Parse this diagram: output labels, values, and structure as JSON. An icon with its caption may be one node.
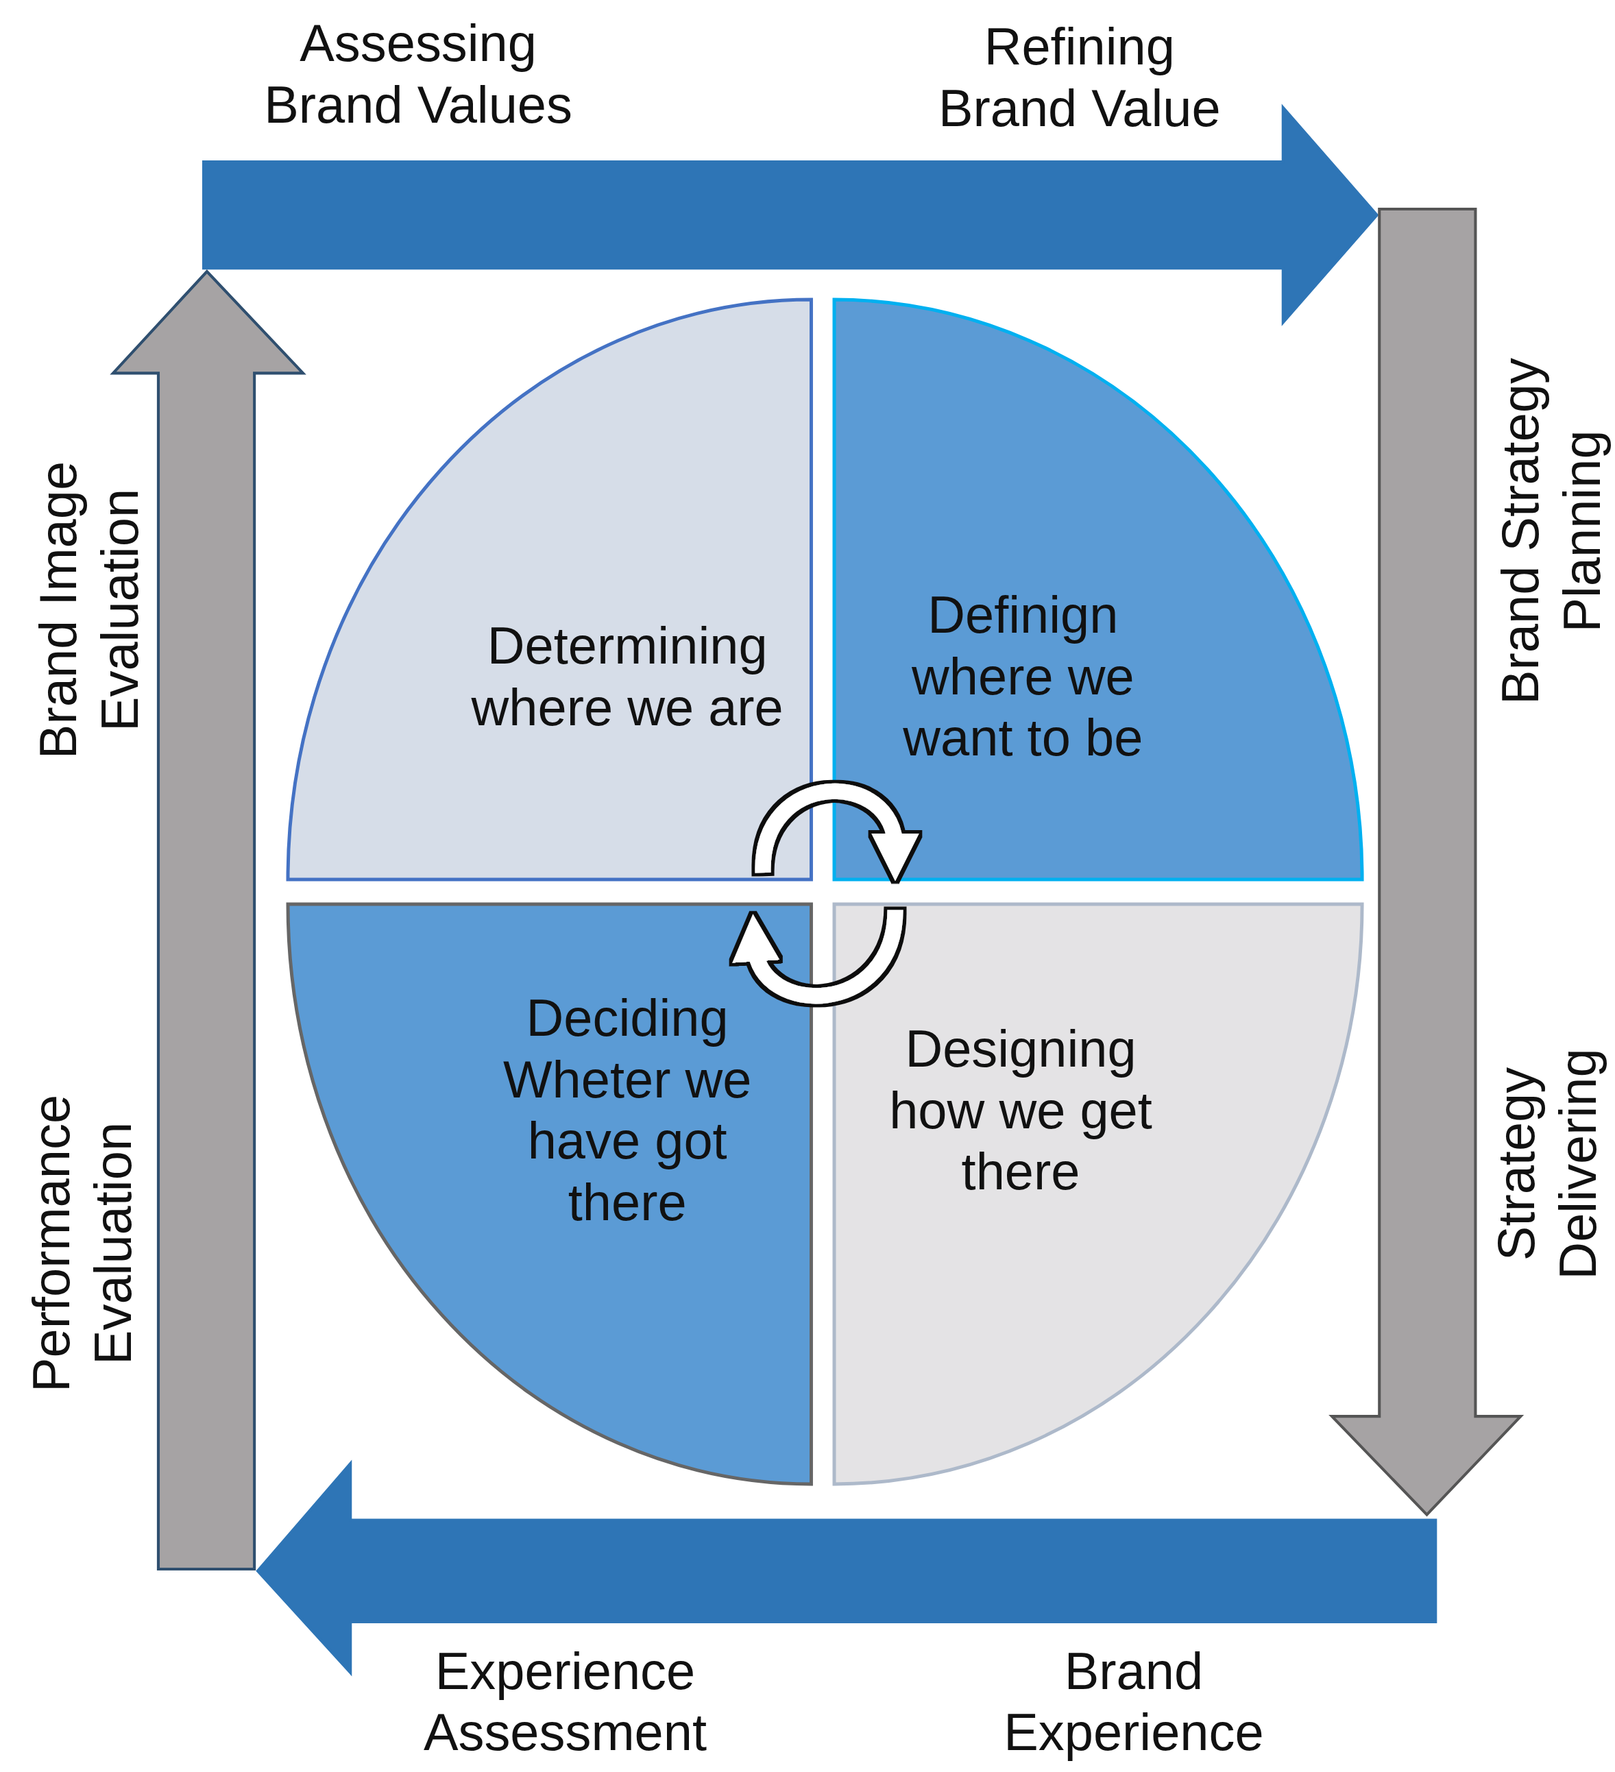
{
  "diagram": {
    "nodes": [
      {
        "text": [
          "Determining where we are"
        ]
      },
      {
        "text": [
          "Definign where we want to be"
        ]
      },
      {
        "text": [
          "Deciding Wheter we have got there"
        ]
      },
      {
        "text": [
          "Designing how we get there"
        ]
      },
      {
        "text": [
          "Assessing Brand Values",
          "Refining Brand Value"
        ]
      },
      {
        "text": [
          "Brand Strategy Planning",
          "Strategy Delivering"
        ]
      },
      {
        "text": [
          "Experience Assessment",
          "Brand Experience"
        ]
      },
      {
        "text": [
          "Performance Evaluation",
          "Brand Image Evaluation"
        ]
      }
    ],
    "edges": [
      {
        "from": 0,
        "to": 1,
        "arrow": "to"
      },
      {
        "from": 3,
        "to": 2,
        "arrow": "to"
      }
    ]
  }
}
